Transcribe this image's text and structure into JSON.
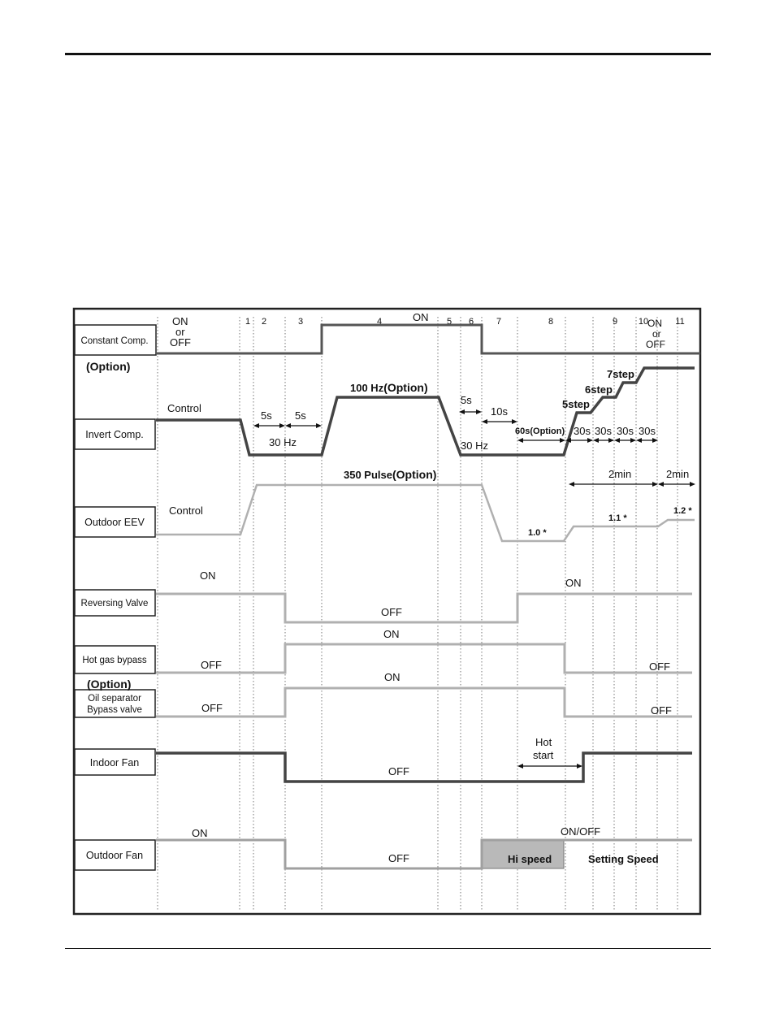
{
  "header_rule": true,
  "footer_rule": true,
  "colors": {
    "dark_signal": "#555555",
    "light_signal": "#b4b4b4",
    "hi_speed_fill": "#b9b9b9",
    "frame": "#222222"
  },
  "steps": [
    "1",
    "2",
    "3",
    "4",
    "5",
    "6",
    "7",
    "8",
    "9",
    "10",
    "11"
  ],
  "rows": {
    "constant_comp": "Constant Comp.",
    "invert_comp": "Invert Comp.",
    "outdoor_eev": "Outdoor EEV",
    "reversing_valve": "Reversing Valve",
    "hot_gas_bypass": "Hot gas bypass",
    "oil_separator": [
      "Oil separator",
      "Bypass valve"
    ],
    "indoor_fan": "Indoor Fan",
    "outdoor_fan": "Outdoor Fan"
  },
  "annotations": {
    "const_initial": [
      "ON",
      "or",
      "OFF"
    ],
    "const_on": "ON",
    "const_final": [
      "ON",
      "or",
      "OFF"
    ],
    "option_1": "(Option)",
    "control_inv": "Control",
    "hz100": "100 Hz",
    "hz100_option": "(Option)",
    "t5s_a": "5s",
    "t5s_b": "5s",
    "hz30_a": "30 Hz",
    "t5s_c": "5s",
    "t10s": "10s",
    "hz30_b": "30 Hz",
    "t60s": "60s(Option)",
    "step5": "5step",
    "step6": "6step",
    "step7": "7step",
    "t30s": [
      "30s",
      "30s",
      "30s",
      "30s"
    ],
    "pulse350": "350 Pulse",
    "pulse350_option": "(Option)",
    "control_eev": "Control",
    "r10": "1.0 *",
    "r11": "1.1 *",
    "r12": "1.2 *",
    "two_min_a": "2min",
    "two_min_b": "2min",
    "rv_on_a": "ON",
    "rv_off": "OFF",
    "rv_on_b": "ON",
    "hg_on": "ON",
    "hg_off_a": "OFF",
    "hg_off_b": "OFF",
    "option_2": "(Option)",
    "os_on": "ON",
    "os_off_a": "OFF",
    "os_off_b": "OFF",
    "hot_start": [
      "Hot",
      "start"
    ],
    "if_off": "OFF",
    "of_on": "ON",
    "of_off": "OFF",
    "of_onoff": "ON/OFF",
    "hi_speed": "Hi speed",
    "setting_speed": "Setting Speed"
  }
}
